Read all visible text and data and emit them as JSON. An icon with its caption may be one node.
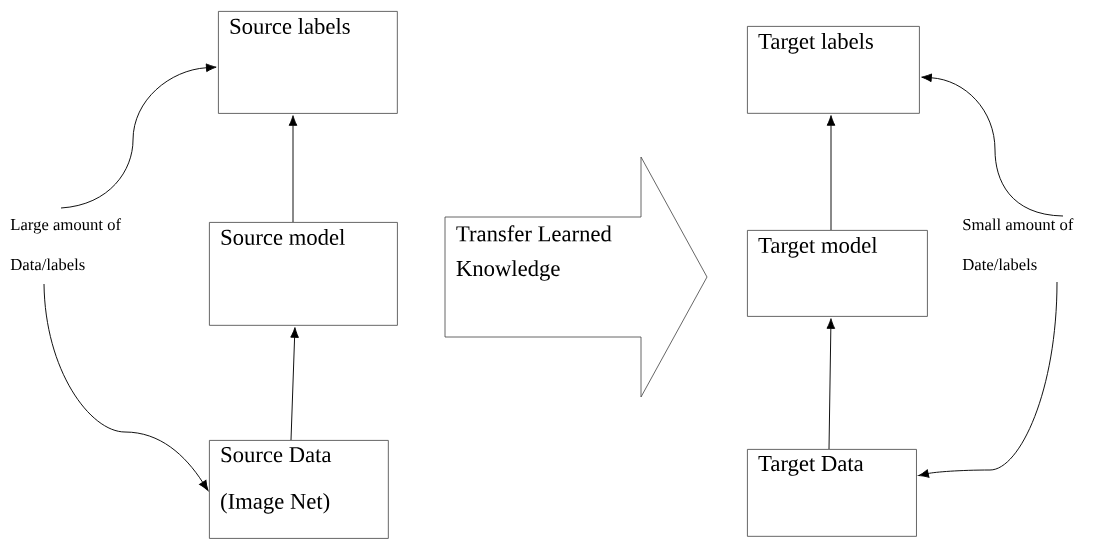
{
  "diagram": {
    "nodes": [
      {
        "text": [
          "Source labels"
        ]
      },
      {
        "text": [
          "Source model"
        ]
      },
      {
        "text": [
          "Source Data (Image Net)"
        ]
      },
      {
        "text": [
          "Large amount of Data/labels"
        ]
      },
      {
        "text": [
          "Transfer Learned Knowledge"
        ]
      },
      {
        "text": [
          "Target labels"
        ]
      },
      {
        "text": [
          "Target model"
        ]
      },
      {
        "text": [
          "Target Data"
        ]
      },
      {
        "text": [
          "Small amount of Date/labels"
        ]
      }
    ],
    "edges": [
      {
        "from": 1,
        "to": 0,
        "arrow": "to"
      },
      {
        "from": 2,
        "to": 1,
        "arrow": "to"
      },
      {
        "from": 3,
        "to": 0,
        "arrow": "to"
      },
      {
        "from": 3,
        "to": 2,
        "arrow": "to"
      },
      {
        "from": 6,
        "to": 5,
        "arrow": "to"
      },
      {
        "from": 7,
        "to": 6,
        "arrow": "to"
      },
      {
        "from": 8,
        "to": 5,
        "arrow": "to"
      },
      {
        "from": 8,
        "to": 7,
        "arrow": "to"
      }
    ]
  }
}
